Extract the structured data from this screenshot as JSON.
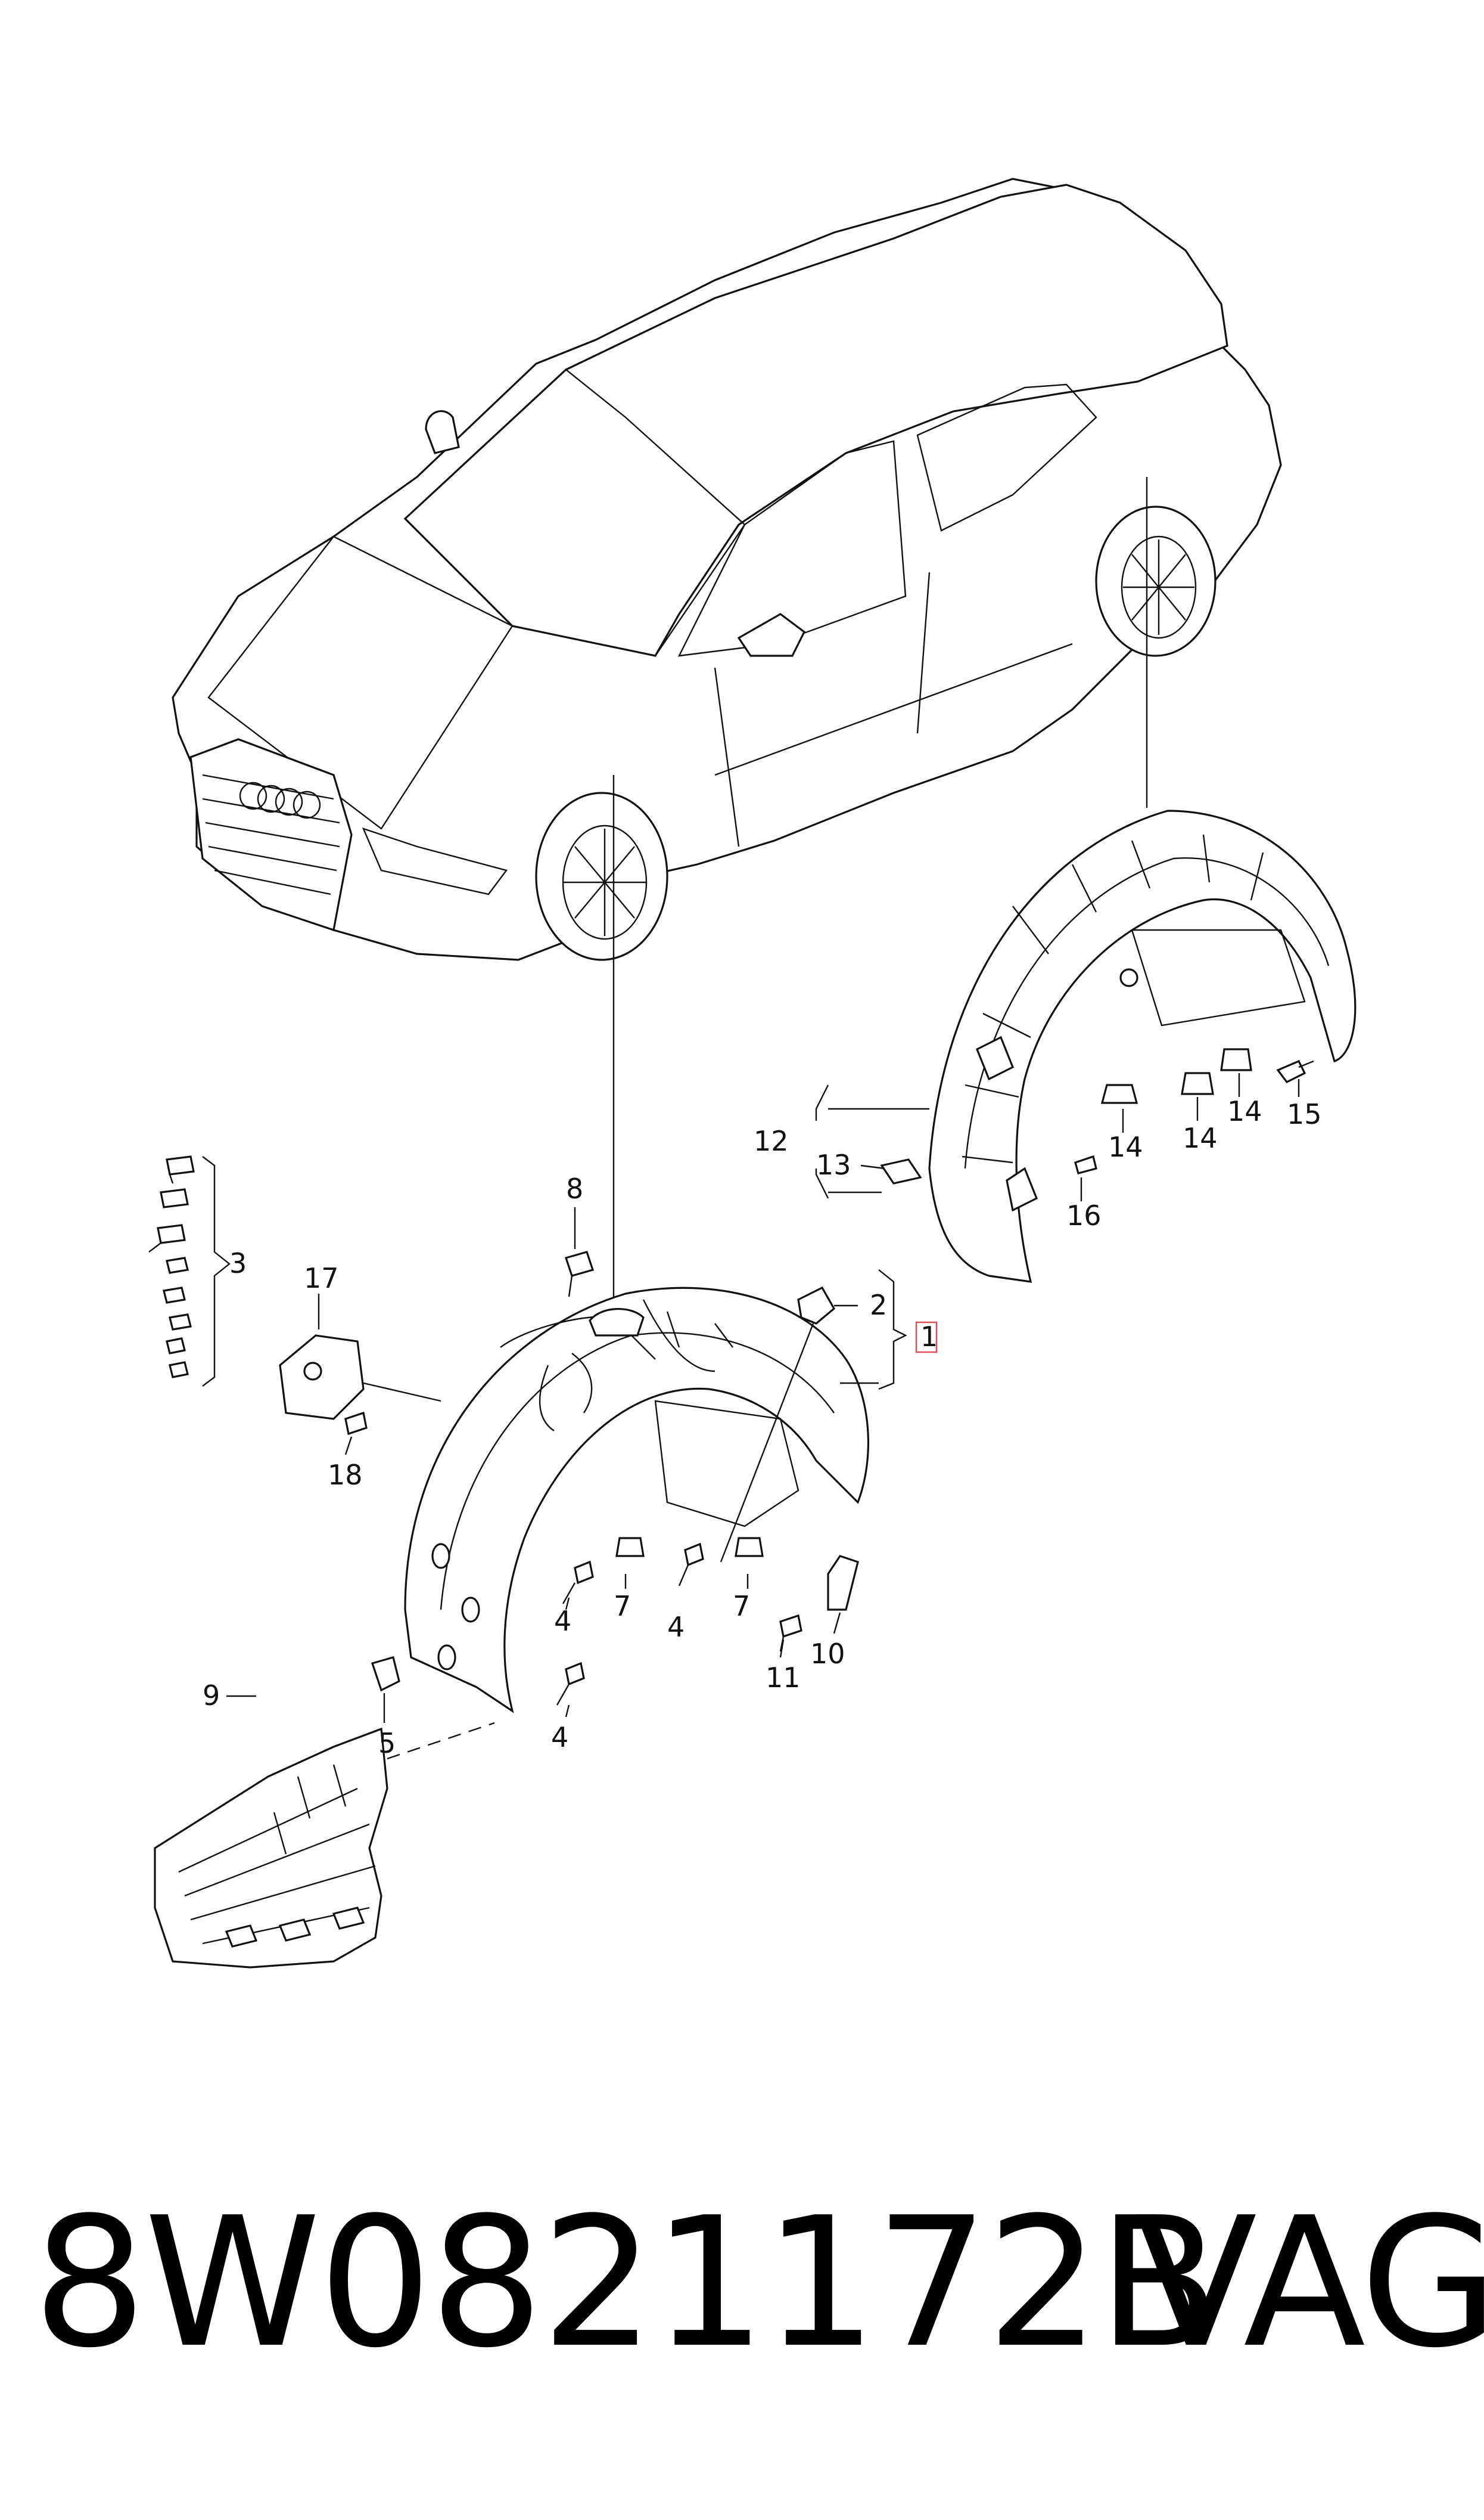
{
  "diagram": {
    "callouts": {
      "c1": "1",
      "c2": "2",
      "c3": "3",
      "c4a": "4",
      "c4b": "4",
      "c4c": "4",
      "c5": "5",
      "c7a": "7",
      "c7b": "7",
      "c8": "8",
      "c9": "9",
      "c10": "10",
      "c11": "11",
      "c12": "12",
      "c13": "13",
      "c14a": "14",
      "c14b": "14",
      "c14c": "14",
      "c15": "15",
      "c16": "16",
      "c17": "17",
      "c18": "18"
    },
    "highlight_color": "#e0505a"
  },
  "footer": {
    "part_number": "8W0821172B",
    "brand": "VAG"
  }
}
